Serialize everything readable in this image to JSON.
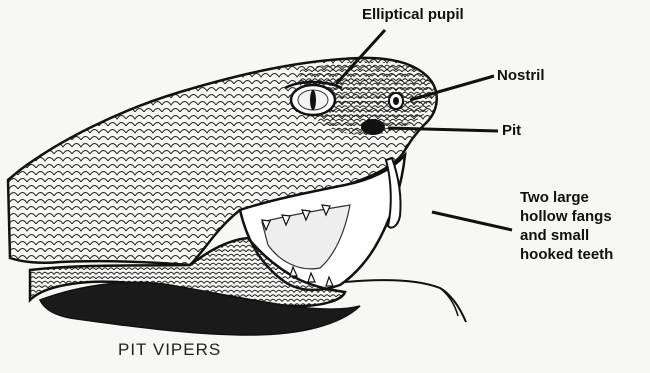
{
  "labels": {
    "pupil": "Elliptical pupil",
    "nostril": "Nostril",
    "pit": "Pit",
    "fangs_lines": [
      "Two large",
      "hollow fangs",
      "and small",
      "hooked teeth"
    ]
  },
  "caption": "PIT VIPERS",
  "colors": {
    "ink": "#111111",
    "paper": "#f7f7f4",
    "scale_fill": "#ffffff"
  }
}
